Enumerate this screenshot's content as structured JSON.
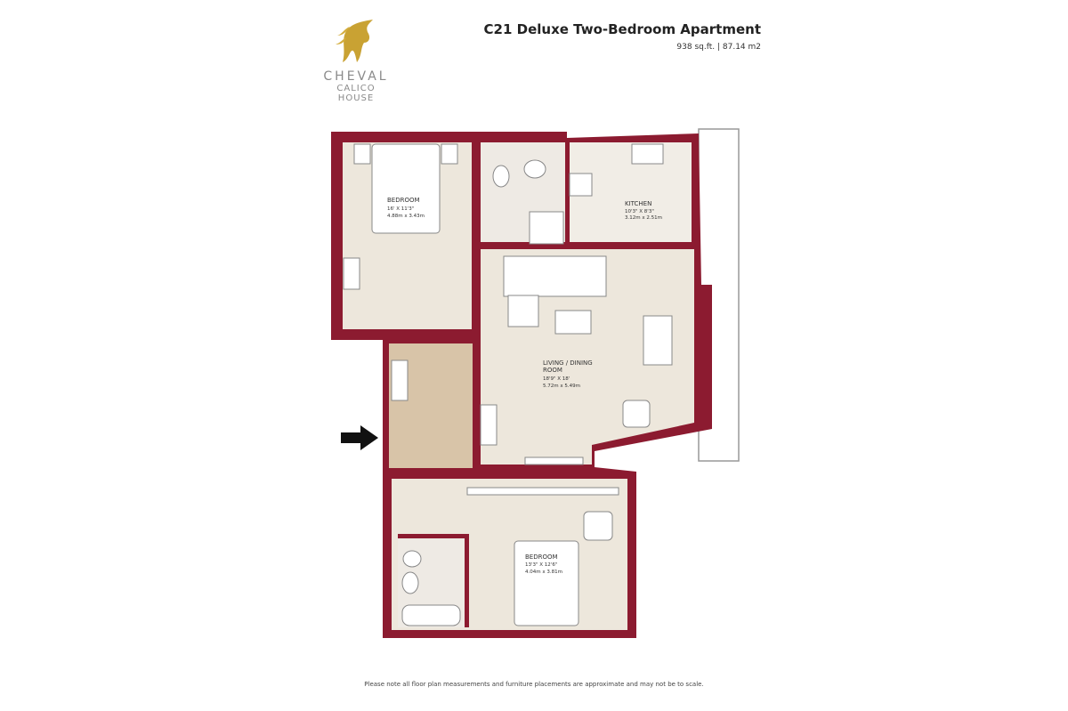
{
  "brand": {
    "name": "CHEVAL",
    "subtitle": "CALICO HOUSE"
  },
  "header": {
    "title": "C21 Deluxe Two-Bedroom Apartment",
    "area": "938 sq.ft. | 87.14 m2"
  },
  "rooms": [
    {
      "name": "BEDROOM",
      "imperial": "16' X 11'3\"",
      "metric": "4.88m x 3.43m"
    },
    {
      "name": "KITCHEN",
      "imperial": "10'3\" X 8'3\"",
      "metric": "3.12m x 2.51m"
    },
    {
      "name": "LIVING / DINING",
      "name2": "ROOM",
      "imperial": "18'9\" X 18'",
      "metric": "5.72m x 5.49m"
    },
    {
      "name": "BEDROOM",
      "imperial": "13'3\" X 12'6\"",
      "metric": "4.04m x 3.81m"
    }
  ],
  "footer": {
    "note": "Please note all floor plan measurements and furniture placements are approximate and may not be to scale."
  },
  "colors": {
    "wall": "#8c1b30",
    "floor": "#ede7dc",
    "wood": "#d8c4a8",
    "logo": "#c9a233"
  }
}
